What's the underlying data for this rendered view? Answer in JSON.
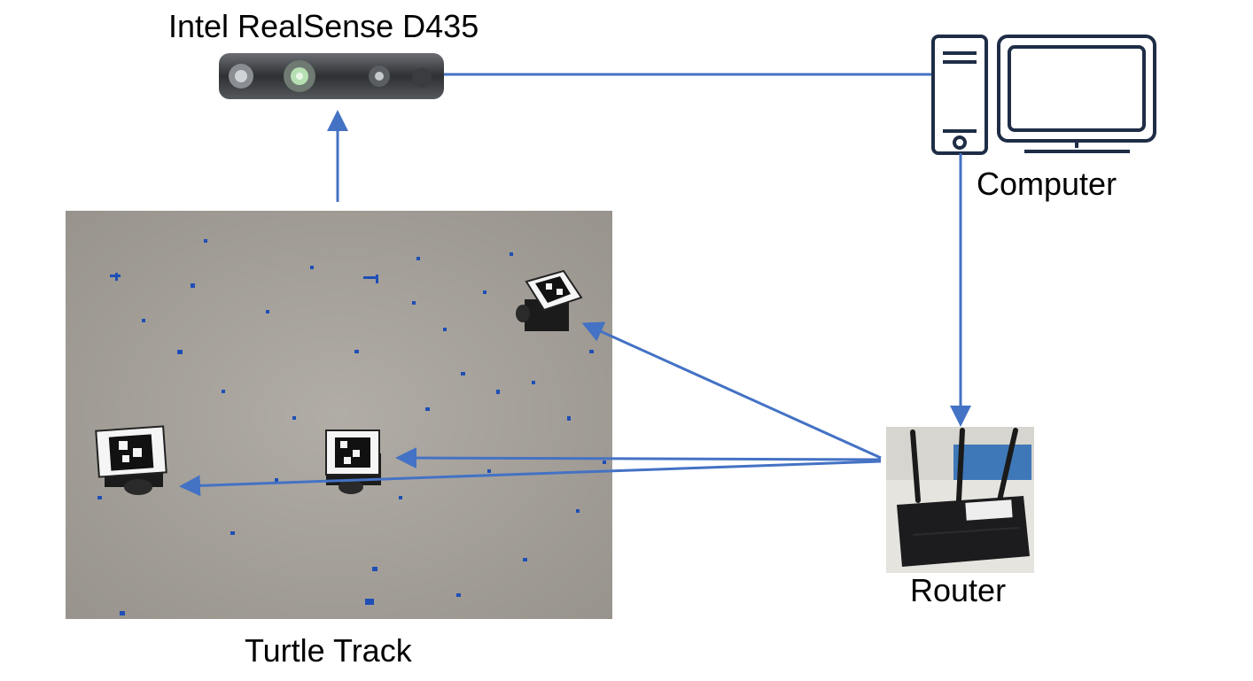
{
  "labels": {
    "camera": "Intel RealSense D435",
    "computer": "Computer",
    "router": "Router",
    "track": "Turtle Track"
  },
  "colors": {
    "connector": "#4472C4",
    "floor": "#a7a39c",
    "tape": "#1f4fb5",
    "icon_stroke": "#1f2d46",
    "camera_body": "#3c3e42",
    "router_body": "#1c1c1e"
  },
  "icons": {
    "camera": "realsense-camera-photo",
    "computer": "desktop-computer-icon",
    "router": "wifi-router-photo",
    "track": "floor-track-photo"
  }
}
